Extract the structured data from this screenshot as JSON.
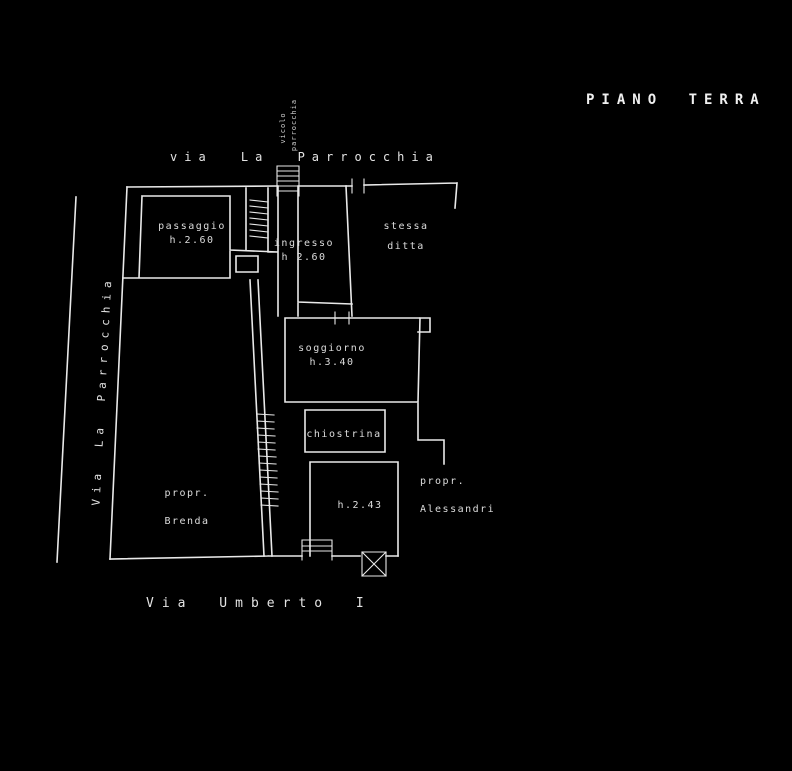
{
  "title": "PIANO TERRA",
  "streets": {
    "top": "via La Parrocchia",
    "left": "Via La Parrocchia",
    "bottom": "Via Umberto I"
  },
  "alley": {
    "col1": "vicolo",
    "col2": "parrocchia"
  },
  "rooms": {
    "passage": {
      "name": "passaggio",
      "height": "h.2.60"
    },
    "entrance": {
      "name": "ingresso",
      "height": "h 2.60"
    },
    "same_firm": {
      "line1": "stessa",
      "line2": "ditta"
    },
    "living": {
      "name": "soggiorno",
      "height": "h.3.40"
    },
    "courtyard": {
      "name": "chiostrina"
    },
    "room_243": {
      "height": "h.2.43"
    }
  },
  "owners": {
    "brenda": {
      "line1": "propr.",
      "line2": "Brenda"
    },
    "alessandri": {
      "line1": "propr.",
      "line2": "Alessandri"
    }
  },
  "colors": {
    "background": "#000000",
    "line": "#e9e9e9",
    "text": "#dcdcdc"
  }
}
